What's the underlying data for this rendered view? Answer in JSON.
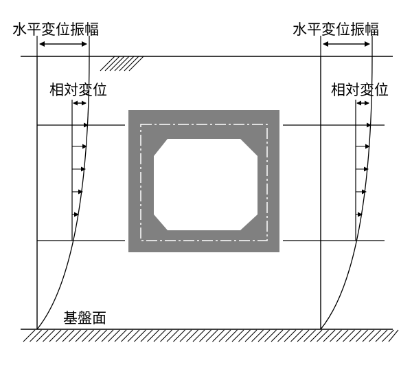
{
  "labels": {
    "amp_left": "水平変位振幅",
    "amp_right": "水平変位振幅",
    "rel_left": "相対変位",
    "rel_right": "相対変位",
    "base": "基盤面"
  },
  "colors": {
    "line": "#000000",
    "structure": "#808080",
    "opening": "#ffffff",
    "background": "#ffffff"
  }
}
